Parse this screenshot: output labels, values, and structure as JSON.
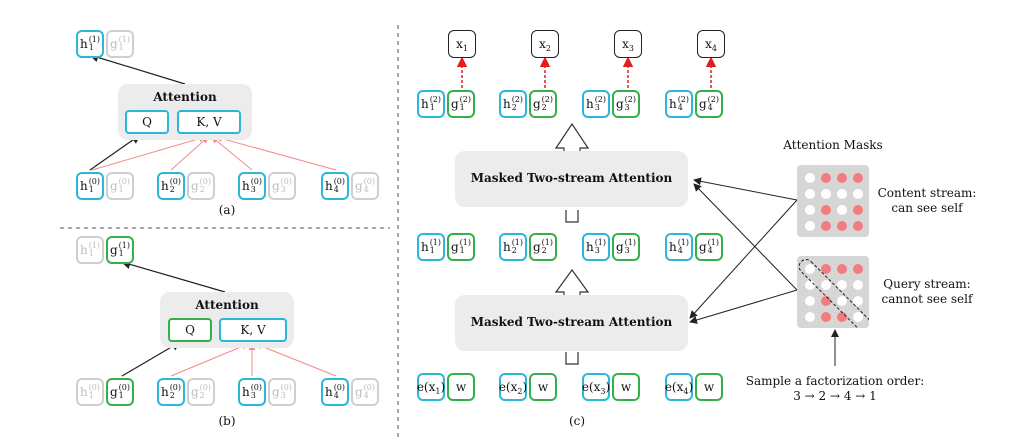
{
  "panel_a": {
    "label": "(a)",
    "attention_title": "Attention",
    "q_label": "Q",
    "kv_label": "K, V",
    "top": [
      {
        "base": "h",
        "sub": "1",
        "sup": "(1)"
      },
      {
        "base": "g",
        "sub": "1",
        "sup": "(1)"
      }
    ],
    "bottom": [
      {
        "base": "h",
        "sub": "1",
        "sup": "(0)"
      },
      {
        "base": "g",
        "sub": "1",
        "sup": "(0)"
      },
      {
        "base": "h",
        "sub": "2",
        "sup": "(0)"
      },
      {
        "base": "g",
        "sub": "2",
        "sup": "(0)"
      },
      {
        "base": "h",
        "sub": "3",
        "sup": "(0)"
      },
      {
        "base": "g",
        "sub": "3",
        "sup": "(0)"
      },
      {
        "base": "h",
        "sub": "4",
        "sup": "(0)"
      },
      {
        "base": "g",
        "sub": "4",
        "sup": "(0)"
      }
    ]
  },
  "panel_b": {
    "label": "(b)",
    "attention_title": "Attention",
    "q_label": "Q",
    "kv_label": "K, V",
    "top": [
      {
        "base": "h",
        "sub": "1",
        "sup": "(1)"
      },
      {
        "base": "g",
        "sub": "1",
        "sup": "(1)"
      }
    ],
    "bottom": [
      {
        "base": "h",
        "sub": "1",
        "sup": "(0)"
      },
      {
        "base": "g",
        "sub": "1",
        "sup": "(0)"
      },
      {
        "base": "h",
        "sub": "2",
        "sup": "(0)"
      },
      {
        "base": "g",
        "sub": "2",
        "sup": "(0)"
      },
      {
        "base": "h",
        "sub": "3",
        "sup": "(0)"
      },
      {
        "base": "g",
        "sub": "3",
        "sup": "(0)"
      },
      {
        "base": "h",
        "sub": "4",
        "sup": "(0)"
      },
      {
        "base": "g",
        "sub": "4",
        "sup": "(0)"
      }
    ]
  },
  "panel_c": {
    "label": "(c)",
    "outputs": [
      {
        "base": "x",
        "sub": "1"
      },
      {
        "base": "x",
        "sub": "2"
      },
      {
        "base": "x",
        "sub": "3"
      },
      {
        "base": "x",
        "sub": "4"
      }
    ],
    "layer2": [
      {
        "base": "h",
        "sub": "1",
        "sup": "(2)"
      },
      {
        "base": "g",
        "sub": "1",
        "sup": "(2)"
      },
      {
        "base": "h",
        "sub": "2",
        "sup": "(2)"
      },
      {
        "base": "g",
        "sub": "2",
        "sup": "(2)"
      },
      {
        "base": "h",
        "sub": "3",
        "sup": "(2)"
      },
      {
        "base": "g",
        "sub": "3",
        "sup": "(2)"
      },
      {
        "base": "h",
        "sub": "4",
        "sup": "(2)"
      },
      {
        "base": "g",
        "sub": "4",
        "sup": "(2)"
      }
    ],
    "block_label_top": "Masked Two-stream Attention",
    "layer1": [
      {
        "base": "h",
        "sub": "1",
        "sup": "(1)"
      },
      {
        "base": "g",
        "sub": "1",
        "sup": "(1)"
      },
      {
        "base": "h",
        "sub": "2",
        "sup": "(1)"
      },
      {
        "base": "g",
        "sub": "2",
        "sup": "(1)"
      },
      {
        "base": "h",
        "sub": "3",
        "sup": "(1)"
      },
      {
        "base": "g",
        "sub": "3",
        "sup": "(1)"
      },
      {
        "base": "h",
        "sub": "4",
        "sup": "(1)"
      },
      {
        "base": "g",
        "sub": "4",
        "sup": "(1)"
      }
    ],
    "block_label_bottom": "Masked Two-stream Attention",
    "inputs": [
      {
        "text": "e(x",
        "sub": "1",
        "close": ")"
      },
      {
        "text": "w"
      },
      {
        "text": "e(x",
        "sub": "2",
        "close": ")"
      },
      {
        "text": "w"
      },
      {
        "text": "e(x",
        "sub": "3",
        "close": ")"
      },
      {
        "text": "w"
      },
      {
        "text": "e(x",
        "sub": "4",
        "close": ")"
      },
      {
        "text": "w"
      }
    ],
    "masks_title": "Attention Masks",
    "content_stream_line1": "Content stream:",
    "content_stream_line2": "can see self",
    "query_stream_line1": "Query stream:",
    "query_stream_line2": "cannot see self",
    "factorization_line1": "Sample a factorization order:",
    "factorization_line2": "3 → 2 → 4 → 1",
    "content_mask": [
      [
        0,
        1,
        1,
        1
      ],
      [
        0,
        0,
        0,
        0
      ],
      [
        0,
        1,
        0,
        1
      ],
      [
        0,
        1,
        1,
        1
      ]
    ],
    "query_mask": [
      [
        0,
        1,
        1,
        1
      ],
      [
        0,
        0,
        0,
        0
      ],
      [
        0,
        1,
        0,
        0
      ],
      [
        0,
        1,
        1,
        0
      ]
    ]
  },
  "colors": {
    "h_border": "#2bb7d8",
    "g_border": "#34b04a",
    "dim": "#cfcfcf",
    "attn_line": "#f28b8b",
    "dot_on": "#f47c7c",
    "dot_off": "#ffffff",
    "dashed_red": "#e02020"
  }
}
